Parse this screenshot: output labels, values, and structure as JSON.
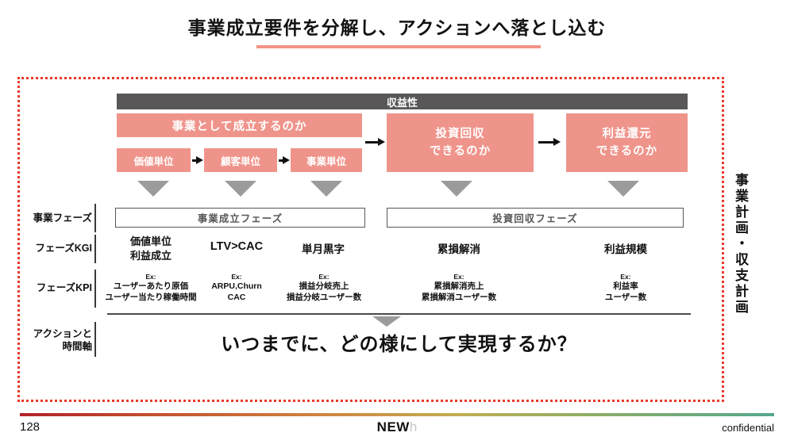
{
  "title": "事業成立要件を分解し、アクションへ落とし込む",
  "colors": {
    "accent_pink": "#ef948b",
    "underline_pink": "#f29387",
    "dark_gray_bar": "#595757",
    "triangle_gray": "#9b9b9b",
    "frame_border_red": "#e8392b",
    "footer_gradient": [
      "#b12329",
      "#cf8440",
      "#c3ae52",
      "#55a88c"
    ]
  },
  "profitability_bar": "収益性",
  "flow": {
    "establish": {
      "label": "事業として成立するのか",
      "units": [
        "価値単位",
        "顧客単位",
        "事業単位"
      ]
    },
    "recovery": {
      "line1": "投資回収",
      "line2": "できるのか"
    },
    "return": {
      "line1": "利益還元",
      "line2": "できるのか"
    }
  },
  "rows": {
    "phase": {
      "label": "事業フェーズ",
      "boxes": [
        "事業成立フェーズ",
        "投資回収フェーズ"
      ]
    },
    "kgi": {
      "label": "フェーズKGI",
      "items": [
        [
          "価値単位",
          "利益成立"
        ],
        [
          "LTV>CAC"
        ],
        [
          "単月黒字"
        ],
        [
          "累損解消"
        ],
        [
          "利益規模"
        ]
      ]
    },
    "kpi": {
      "label": "フェーズKPI",
      "ex_label": "Ex:",
      "items": [
        [
          "ユーザーあたり原価",
          "ユーザー当たり稼働時間"
        ],
        [
          "ARPU,Churn",
          "CAC"
        ],
        [
          "損益分岐売上",
          "損益分岐ユーザー数"
        ],
        [
          "累損解消売上",
          "累損解消ユーザー数"
        ],
        [
          "利益率",
          "ユーザー数"
        ]
      ]
    },
    "action": {
      "label_line1": "アクションと",
      "label_line2": "時間軸",
      "question": "いつまでに、どの様にして実現するか？"
    }
  },
  "side_label": "事業計画・収支計画",
  "footer": {
    "page_number": "128",
    "logo_bold": "NEW",
    "logo_light": "h",
    "confidential": "confidential"
  }
}
